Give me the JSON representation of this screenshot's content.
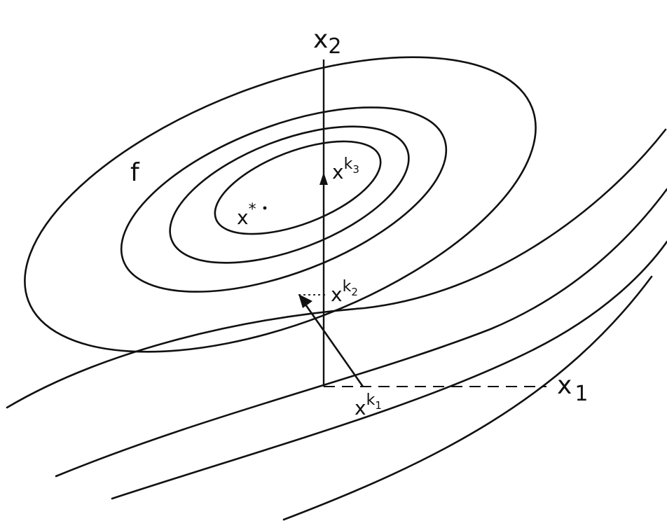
{
  "labels": {
    "x2_main": "x",
    "x2_sub": "2",
    "x1_main": "x",
    "x1_sub": "1",
    "f": "f",
    "xstar_main": "x",
    "xstar_sup": "*",
    "xk1_main": "x",
    "xk1_sup": "k",
    "xk1_sub": "1",
    "xk2_main": "x",
    "xk2_sup": "k",
    "xk2_sub": "2",
    "xk3_main": "x",
    "xk3_sup": "k",
    "xk3_sub": "3"
  },
  "colors": {
    "ink": "#111111",
    "background": "#ffffff"
  }
}
